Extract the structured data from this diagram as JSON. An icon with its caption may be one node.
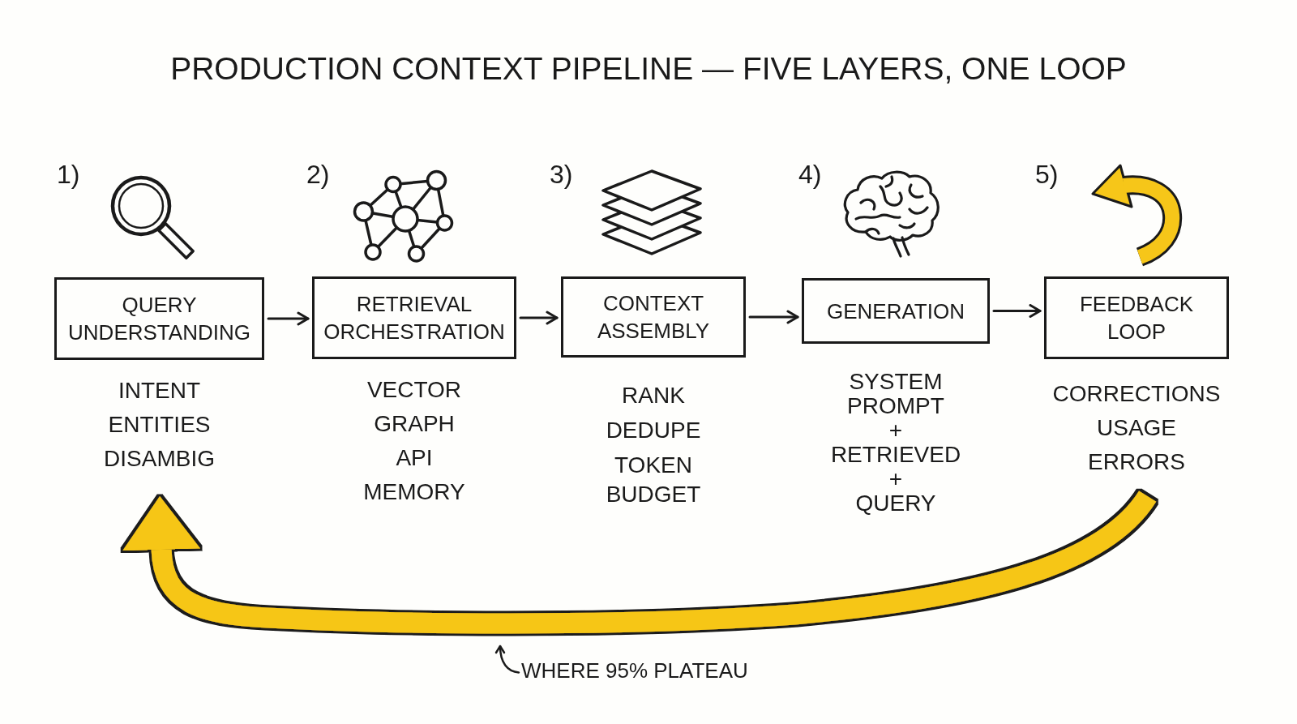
{
  "diagram": {
    "title": "PRODUCTION CONTEXT PIPELINE — FIVE LAYERS, ONE LOOP",
    "nodes": [
      {
        "text": [
          "QUERY UNDERSTANDING"
        ],
        "beside": [
          "INTENT",
          "ENTITIES",
          "DISAMBIG"
        ]
      },
      {
        "text": [
          "RETRIEVAL ORCHESTRATION"
        ],
        "beside": [
          "VECTOR",
          "GRAPH",
          "API",
          "MEMORY"
        ]
      },
      {
        "text": [
          "CONTEXT ASSEMBLY"
        ],
        "beside": [
          "RANK",
          "DEDUPE",
          "TOKEN BUDGET"
        ]
      },
      {
        "text": [
          "GENERATION"
        ],
        "beside": [
          "SYSTEM PROMPT",
          "+",
          "RETRIEVED",
          "+",
          "QUERY"
        ]
      },
      {
        "text": [
          "FEEDBACK LOOP"
        ],
        "beside": [
          "CORRECTIONS",
          "USAGE",
          "ERRORS"
        ]
      },
      {
        "text": [
          "WHERE 95% PLATEAU"
        ]
      }
    ],
    "edges": [
      {
        "from": 0,
        "to": 1,
        "arrow": "to"
      },
      {
        "from": 1,
        "to": 2,
        "arrow": "to"
      },
      {
        "from": 2,
        "to": 3,
        "arrow": "to"
      },
      {
        "from": 3,
        "to": 4,
        "arrow": "to"
      },
      {
        "from": 4,
        "to": 0,
        "arrow": "to",
        "style": "thick",
        "color": "#f6c619"
      },
      {
        "from": 5,
        "to": null,
        "arrow": "to"
      }
    ],
    "labels": [
      "1)",
      "2)",
      "3)",
      "4)",
      "5)"
    ]
  }
}
